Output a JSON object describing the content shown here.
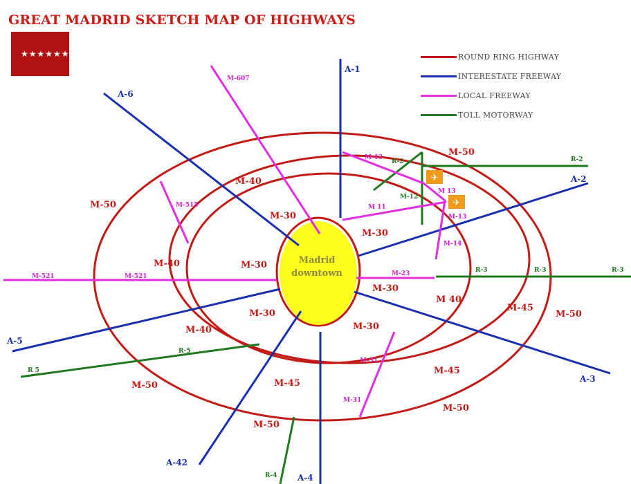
{
  "map": {
    "title": "GREAT MADRID SKETCH MAP OF HIGHWAYS",
    "flag_stars": "★★★★★★★",
    "center_label_line1": "Madrid",
    "center_label_line2": "downtown",
    "colors": {
      "ring": "#c41a16",
      "interstate": "#1a2fb0",
      "local": "#e22ee0",
      "toll": "#1f7a1f",
      "downtown": "#ffff1f",
      "airport": "#ee9a1a",
      "flag": "#b01212"
    },
    "icons": {
      "airport": "airplane-icon",
      "flag": "star-icon"
    },
    "legend": [
      {
        "label": "ROUND RING HIGHWAY",
        "color": "#c41a16"
      },
      {
        "label": "INTERESTATE FREEWAY",
        "color": "#1a2fb0"
      },
      {
        "label": "LOCAL FREEWAY",
        "color": "#e22ee0"
      },
      {
        "label": "TOLL MOTORWAY",
        "color": "#1f7a1f"
      }
    ],
    "labels": {
      "A1": "A-1",
      "A6": "A-6",
      "A2": "A-2",
      "A5": "A-5",
      "A3": "A-3",
      "A42": "A-42",
      "A4": "A-4",
      "R2": "R-2",
      "R3": "R-3",
      "R5": "R-5",
      "R5b": "R 5",
      "R4": "R-4",
      "M30": "M-30",
      "M40": "M-40",
      "M40b": "M 40",
      "M45": "M-45",
      "M50": "M-50",
      "M607": "M-607",
      "M515": "M-515",
      "M521": "M-521",
      "M13": "M-13",
      "M12": "M-12",
      "M11": "M 11",
      "M13b": "M 13",
      "M14": "M-14",
      "M23": "M-23",
      "M31": "M-31"
    }
  }
}
